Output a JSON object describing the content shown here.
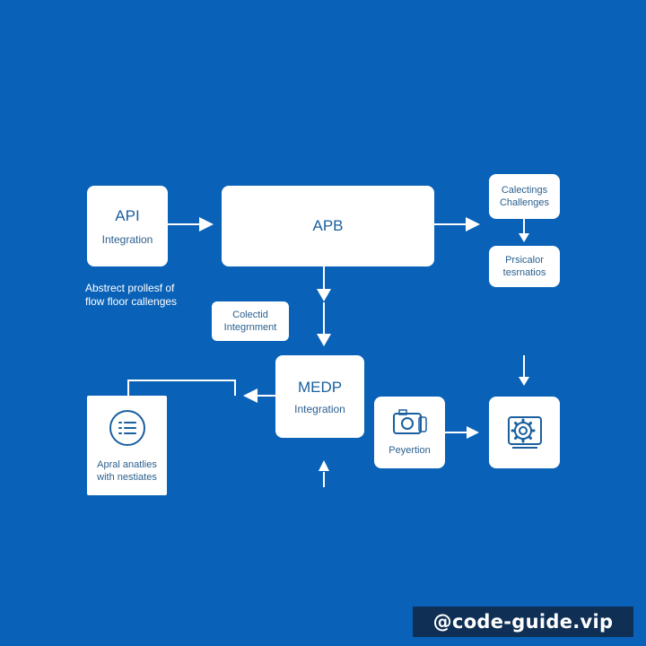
{
  "colors": {
    "background": "#0a62b8",
    "node": "#ffffff",
    "node_text": "#1a5f9e",
    "line": "#ffffff"
  },
  "nodes": {
    "api": {
      "title": "API",
      "sub": "Integration"
    },
    "apb": {
      "title": "APB"
    },
    "calectings": {
      "line1": "Calectings",
      "line2": "Challenges"
    },
    "prsicalor": {
      "line1": "Prsicalor",
      "line2": "tesrnatios"
    },
    "colectid": {
      "line1": "Colectid",
      "line2": "Integrnment"
    },
    "medp": {
      "title": "MEDP",
      "sub": "Integration"
    },
    "apral": {
      "line1": "Apral anatlies",
      "line2": "with nestiates",
      "icon": "list-icon"
    },
    "peyertion": {
      "label": "Peyertion",
      "icon": "camera-icon"
    },
    "gear_node": {
      "icon": "gear-icon"
    }
  },
  "annotation": {
    "line1": "Abstrect prollesf of",
    "line2": "flow floor callenges"
  },
  "watermark": "@code-guide.vip"
}
